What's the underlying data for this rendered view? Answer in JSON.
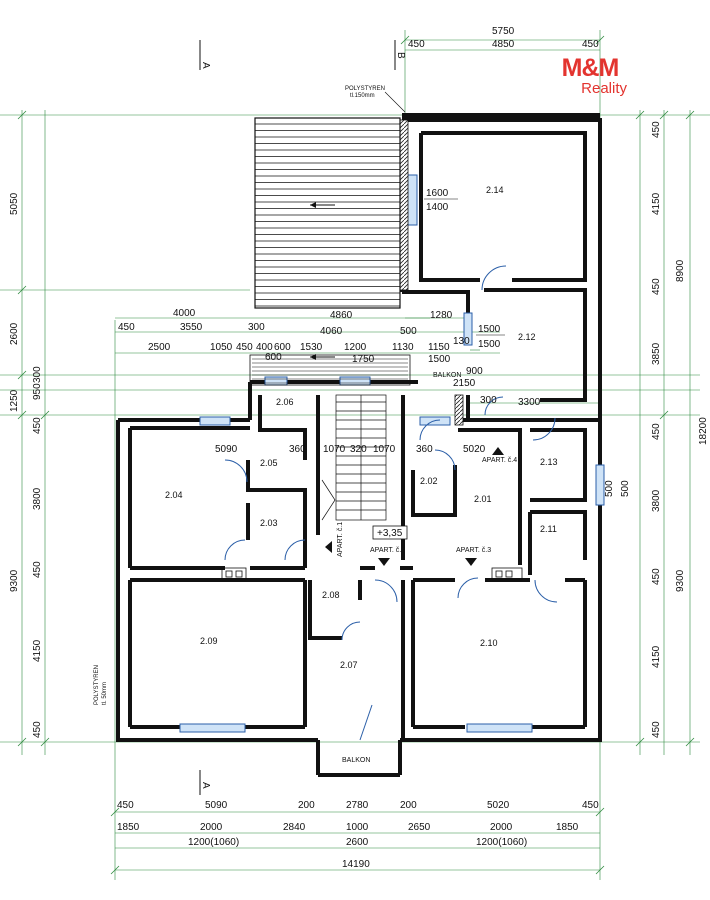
{
  "logo": {
    "mark": "M&M",
    "sub": "Reality",
    "color": "#e3342f"
  },
  "notes": {
    "polystyren_top": "POLYSTYREN",
    "polystyren_top_thk": "tl.150mm",
    "polystyren_left": "POLYSTYREN",
    "polystyren_left_thk": "tl. 50mm",
    "balkon_mid": "BALKON",
    "balkon_bottom": "BALKON",
    "level": "+3,35",
    "section_a": "A",
    "section_b": "B"
  },
  "apartments": {
    "a1": "APART. č.1",
    "a2": "APART. č.2",
    "a3": "APART. č.3",
    "a4": "APART. č.4"
  },
  "rooms": {
    "r201": "2.01",
    "r202": "2.02",
    "r203": "2.03",
    "r204": "2.04",
    "r205": "2.05",
    "r206": "2.06",
    "r207": "2.07",
    "r208": "2.08",
    "r209": "2.09",
    "r210": "2.10",
    "r211": "2.11",
    "r212": "2.12",
    "r213": "2.13",
    "r214": "2.14"
  },
  "dims": {
    "top_total": "5750",
    "top_a": "450",
    "top_b": "4850",
    "top_c": "450",
    "w1600": "1600",
    "w1400": "1400",
    "w1500a": "1500",
    "w1500b": "1500",
    "w130": "130",
    "d4000": "4000",
    "d4860": "4860",
    "d1280": "1280",
    "d450": "450",
    "d3550": "3550",
    "d300": "300",
    "d4060": "4060",
    "d500": "500",
    "d2500": "2500",
    "d1050": "1050",
    "d450b": "450",
    "d400": "400",
    "d600": "600",
    "d1530": "1530",
    "d1200": "1200",
    "d1130": "1130",
    "d1150": "1150",
    "d600b": "600",
    "d1750": "1750",
    "d1500c": "1500",
    "d900": "900",
    "d2150": "2150",
    "d300b": "300",
    "d3300": "3300",
    "d5090": "5090",
    "d360a": "360",
    "d1070a": "1070",
    "d320": "320",
    "d1070b": "1070",
    "d360b": "360",
    "d5020": "5020",
    "d500a": "500",
    "d500b": "500",
    "b450a": "450",
    "b5090": "5090",
    "b200a": "200",
    "b2780": "2780",
    "b200b": "200",
    "b5020": "5020",
    "b450b": "450",
    "c1850a": "1850",
    "c2000a": "2000",
    "c2840": "2840",
    "c1000": "1000",
    "c2650": "2650",
    "c2000b": "2000",
    "c1850b": "1850",
    "w1200a": "1200(1060)",
    "w2600": "2600",
    "w1200b": "1200(1060)",
    "total": "14190",
    "l5050": "5050",
    "l2600": "2600",
    "l1250": "1250",
    "l950": "950",
    "l300": "300",
    "l450a": "450",
    "l3800": "3800",
    "l9300": "9300",
    "l450b": "450",
    "l4150": "4150",
    "l450c": "450",
    "r450a": "450",
    "r4150a": "4150",
    "r450b": "450",
    "r3850": "3850",
    "r450c": "450",
    "r3800": "3800",
    "r450d": "450",
    "r4150b": "4150",
    "r450e": "450",
    "r8900": "8900",
    "r9300": "9300",
    "r18200": "18200"
  }
}
